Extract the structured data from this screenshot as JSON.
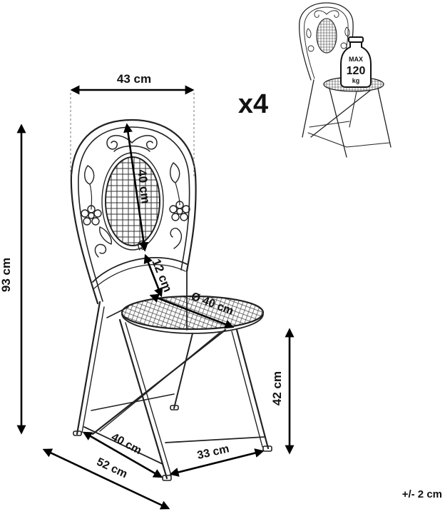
{
  "dimensions": {
    "width": "43 cm",
    "height": "93 cm",
    "backrest_height": "40 cm",
    "backrest_to_seat": "12 cm",
    "seat_diameter": "Ø 40 cm",
    "seat_height": "42 cm",
    "depth_inner": "40 cm",
    "depth_outer": "52 cm",
    "rear_span": "33 cm"
  },
  "quantity": "x4",
  "max_load": {
    "prefix": "MAX",
    "value": "120",
    "unit": "kg"
  },
  "tolerance": "+/- 2 cm",
  "colors": {
    "line": "#222222",
    "text": "#111111"
  }
}
